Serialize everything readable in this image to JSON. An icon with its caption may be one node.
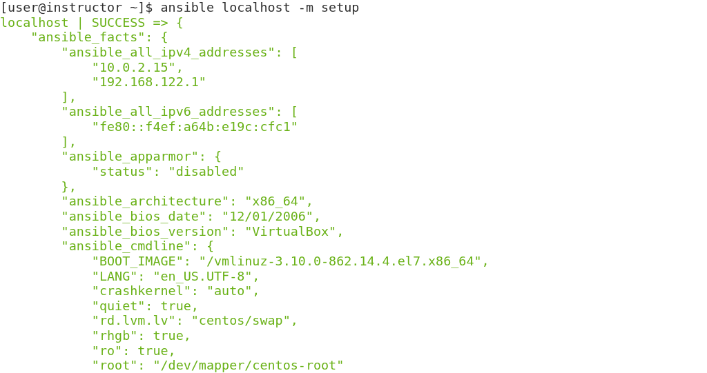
{
  "diagram": {
    "labels": [
      "[user@instructor ~]$ ansible localhost -m setup",
      "localhost | SUCCESS => {",
      "\"ansible_facts\": {",
      "\"ansible_all_ipv4_addresses\": [",
      "\"10.0.2.15\",",
      "\"192.168.122.1\"",
      "],",
      "\"ansible_all_ipv6_addresses\": [",
      "\"fe80::f4ef:a64b:e19c:cfc1\"",
      "],",
      "\"ansible_apparmor\": {",
      "\"status\": \"disabled\"",
      "},",
      "\"ansible_architecture\": \"x86_64\",",
      "\"ansible_bios_date\": \"12/01/2006\",",
      "\"ansible_bios_version\": \"VirtualBox\",",
      "\"ansible_cmdline\": {",
      "\"BOOT_IMAGE\": \"/vmlinuz-3.10.0-862.14.4.el7.x86_64\",",
      "\"LANG\": \"en_US.UTF-8\",",
      "\"crashkernel\": \"auto\",",
      "\"quiet\": true,",
      "\"rd.lvm.lv\": \"centos/swap\",",
      "\"rhgb\": true,",
      "\"ro\": true,",
      "\"root\": \"/dev/mapper/centos-root\""
    ]
  }
}
